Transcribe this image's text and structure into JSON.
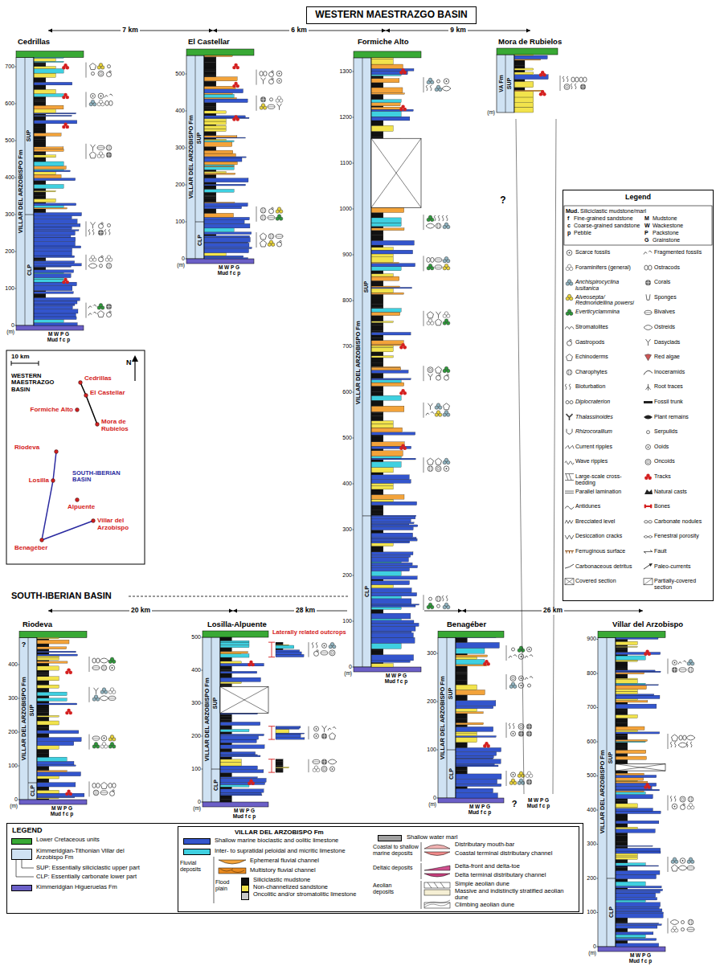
{
  "diagram": {
    "nodes": [
      {
        "text": [
          "WESTERN MAESTRAZGO BASIN"
        ]
      },
      {
        "text": [
          "Legend"
        ]
      },
      {
        "text": [
          "LEGEND"
        ]
      },
      {
        "text": [
          "VILLAR DEL ARZOBISPO Fm"
        ],
        "in": 2
      }
    ],
    "labels": [
      "7 km",
      "6 km",
      "9 km",
      "Cedrillas",
      "0",
      "100",
      "200",
      "300",
      "400",
      "500",
      "600",
      "700",
      "(m)",
      "M W P G",
      "Mud f c p",
      "VILLAR DEL ARZOBISPO Fm",
      "SUP",
      "CLP",
      "El Castellar",
      "0",
      "100",
      "200",
      "300",
      "400",
      "500",
      "(m)",
      "M W P G",
      "Mud f c p",
      "VILLAR DEL ARZOBISPO Fm",
      "SUP",
      "CLP",
      "Formiche Alto",
      "0",
      "100",
      "200",
      "300",
      "400",
      "500",
      "600",
      "700",
      "800",
      "900",
      "1000",
      "1100",
      "1200",
      "1300",
      "(m)",
      "M W P G",
      "Mud f c p",
      "VILLAR DEL ARZOBISPO Fm",
      "SUP",
      "CLP",
      "Mora de Rubielos",
      "(m)",
      "M W P G",
      "Mud f c p",
      "VA Fm",
      "SUP",
      "?",
      "?",
      "SOUTH-IBERIAN BASIN",
      "20 km",
      "28 km",
      "26 km",
      "Riodeva",
      "0",
      "100",
      "200",
      "300",
      "400",
      "(m)",
      "M W P G",
      "Mud f c p",
      "VILLAR DEL ARZOBISPO Fm",
      "SUP",
      "CLP",
      "?",
      "Losilla-Alpuente",
      "0",
      "100",
      "200",
      "300",
      "400",
      "500",
      "(m)",
      "M W P G",
      "Mud f c p",
      "VILLAR DEL ARZOBISPO Fm",
      "SUP",
      "CLP",
      "Laterally related outcrops",
      "Benagéber",
      "0",
      "100",
      "200",
      "300",
      "(m)",
      "M W P G",
      "Mud f c p",
      "VILLAR DEL ARZOBISPO Fm",
      "SUP",
      "CLP",
      "Villar del Arzobispo",
      "0",
      "100",
      "200",
      "300",
      "400",
      "500",
      "600",
      "700",
      "800",
      "900",
      "(m)",
      "M W P G",
      "Mud f c p",
      "VILLAR DEL ARZOBISPO Fm",
      "SUP",
      "CLP",
      "10 km",
      "N",
      "WESTERN MAESTRAZGO BASIN",
      "Cedrillas",
      "El Castellar",
      "Formiche Alto",
      "Mora de Rubielos",
      "Riodeva",
      "Losilla",
      "SOUTH-IBERIAN BASIN",
      "Alpuente",
      "Villar del Arzobispo",
      "Benagéber",
      "Mud.",
      "f",
      "c",
      "p",
      "M",
      "W",
      "P",
      "G",
      "Fluvial deposits",
      "Flood plain",
      "Coastal to shallow marine deposits",
      "Deltaic deposits",
      "Aeolian deposits"
    ],
    "legend": [
      {
        "text": "Siliciclastic mudstone/marl"
      },
      {
        "text": "Fine-grained sandstone"
      },
      {
        "text": "Coarse-grained sandstone"
      },
      {
        "text": "Pebble"
      },
      {
        "text": "Mudstone"
      },
      {
        "text": "Wackestone"
      },
      {
        "text": "Packstone"
      },
      {
        "text": "Grainstone"
      },
      {
        "text": "Scarce fossils"
      },
      {
        "text": "Fragmented fossils"
      },
      {
        "text": "Foraminifers (general)"
      },
      {
        "text": "Ostracods"
      },
      {
        "text": "Anchispirocyclina lusitanica"
      },
      {
        "text": "Corals"
      },
      {
        "text": "Alveosepta/ Redmondellina powersi"
      },
      {
        "text": "Sponges"
      },
      {
        "text": "Everticyclammina"
      },
      {
        "text": "Bivalves"
      },
      {
        "text": "Stromatolites"
      },
      {
        "text": "Ostreids"
      },
      {
        "text": "Gastropods"
      },
      {
        "text": "Dasyclads"
      },
      {
        "text": "Echinoderms"
      },
      {
        "text": "Red algae"
      },
      {
        "text": "Charophytes"
      },
      {
        "text": "Inoceramids"
      },
      {
        "text": "Bioturbation"
      },
      {
        "text": "Root traces"
      },
      {
        "text": "Diplocraterion"
      },
      {
        "text": "Fossil trunk"
      },
      {
        "text": "Thalassinoides"
      },
      {
        "text": "Plant remains"
      },
      {
        "text": "Rhizocorallium"
      },
      {
        "text": "Serpulids"
      },
      {
        "text": "Current ripples"
      },
      {
        "text": "Ooids"
      },
      {
        "text": "Wave ripples"
      },
      {
        "text": "Oncoids"
      },
      {
        "text": "Large-scale cross-bedding"
      },
      {
        "text": "Tracks"
      },
      {
        "text": "Parallel lamination"
      },
      {
        "text": "Natural casts"
      },
      {
        "text": "Antidunes"
      },
      {
        "text": "Bones"
      },
      {
        "text": "Brecciated level"
      },
      {
        "text": "Carbonate nodules"
      },
      {
        "text": "Desiccation cracks"
      },
      {
        "text": "Fenestral porosity"
      },
      {
        "text": "Ferruginous surface"
      },
      {
        "text": "Fault"
      },
      {
        "text": "Carbonaceous detritus"
      },
      {
        "text": "Paleo-currents"
      },
      {
        "text": "Covered section"
      },
      {
        "text": "Partially-covered section"
      },
      {
        "text": "Lower Cretaceous units",
        "color": "#39a935"
      },
      {
        "text": "Kimmeridgian-Tithonian Villar del Arzobispo Fm",
        "color": "#cfe2f3"
      },
      {
        "text": "SUP: Essentially siliciclastic upper part"
      },
      {
        "text": "CLP: Essentially carbonate lower part"
      },
      {
        "text": "Kimmeridgian Higueruelas Fm",
        "color": "#6b5fc7"
      },
      {
        "text": "Shallow marine bioclastic and oolitic limestone",
        "color": "#3355cc"
      },
      {
        "text": "Inter- to supratidal peloidal and micritic limestone",
        "color": "#3fd0e0"
      },
      {
        "text": "Ephemeral fluvial channel"
      },
      {
        "text": "Multistory fluvial channel"
      },
      {
        "text": "Siliciclastic mudstone",
        "color": "#111111"
      },
      {
        "text": "Non-channelized sandstone",
        "color": "#f2e34c"
      },
      {
        "text": "Oncolitic and/or stromatolitic limestone",
        "color": "#c8c8c8"
      },
      {
        "text": "Shallow water marl",
        "color": "#a0a0a0"
      },
      {
        "text": "Distributary mouth-bar"
      },
      {
        "text": "Coastal terminal distributary channel"
      },
      {
        "text": "Delta-front and delta-toe"
      },
      {
        "text": "Delta terminal distributary channel"
      },
      {
        "text": "Simple aeolian dune"
      },
      {
        "text": "Massive and indistinctly stratified aeolian dune"
      },
      {
        "text": "Climbing aeolian dune"
      }
    ]
  }
}
